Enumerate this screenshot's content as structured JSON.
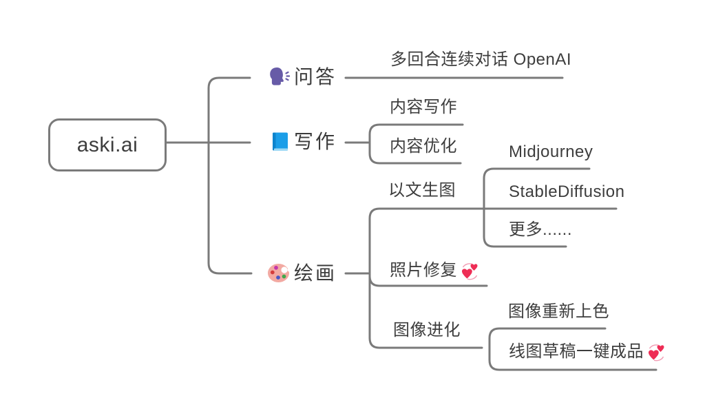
{
  "root": {
    "label": "aski.ai"
  },
  "branches": [
    {
      "label": "问答",
      "icon": "speaking-head-icon",
      "children": [
        {
          "label": "多回合连续对话 OpenAI"
        }
      ]
    },
    {
      "label": "写作",
      "icon": "blue-book-icon",
      "children": [
        {
          "label": "内容写作"
        },
        {
          "label": "内容优化"
        }
      ]
    },
    {
      "label": "绘画",
      "icon": "artist-palette-icon",
      "children": [
        {
          "label": "以文生图",
          "children": [
            {
              "label": "Midjourney"
            },
            {
              "label": "StableDiffusion"
            },
            {
              "label": "更多......"
            }
          ]
        },
        {
          "label": "照片修复",
          "suffix_icon": "revolving-hearts-icon"
        },
        {
          "label": "图像进化",
          "children": [
            {
              "label": "图像重新上色"
            },
            {
              "label": "线图草稿一键成品",
              "suffix_icon": "revolving-hearts-icon"
            }
          ]
        }
      ]
    }
  ],
  "colors": {
    "line": "#7a7a7a",
    "text": "#3c3c3c",
    "head_purple": "#675ba7",
    "book_blue": "#1b9ee8",
    "palette_pink": "#f2a9a2",
    "heart_pink": "#ee2d55"
  }
}
